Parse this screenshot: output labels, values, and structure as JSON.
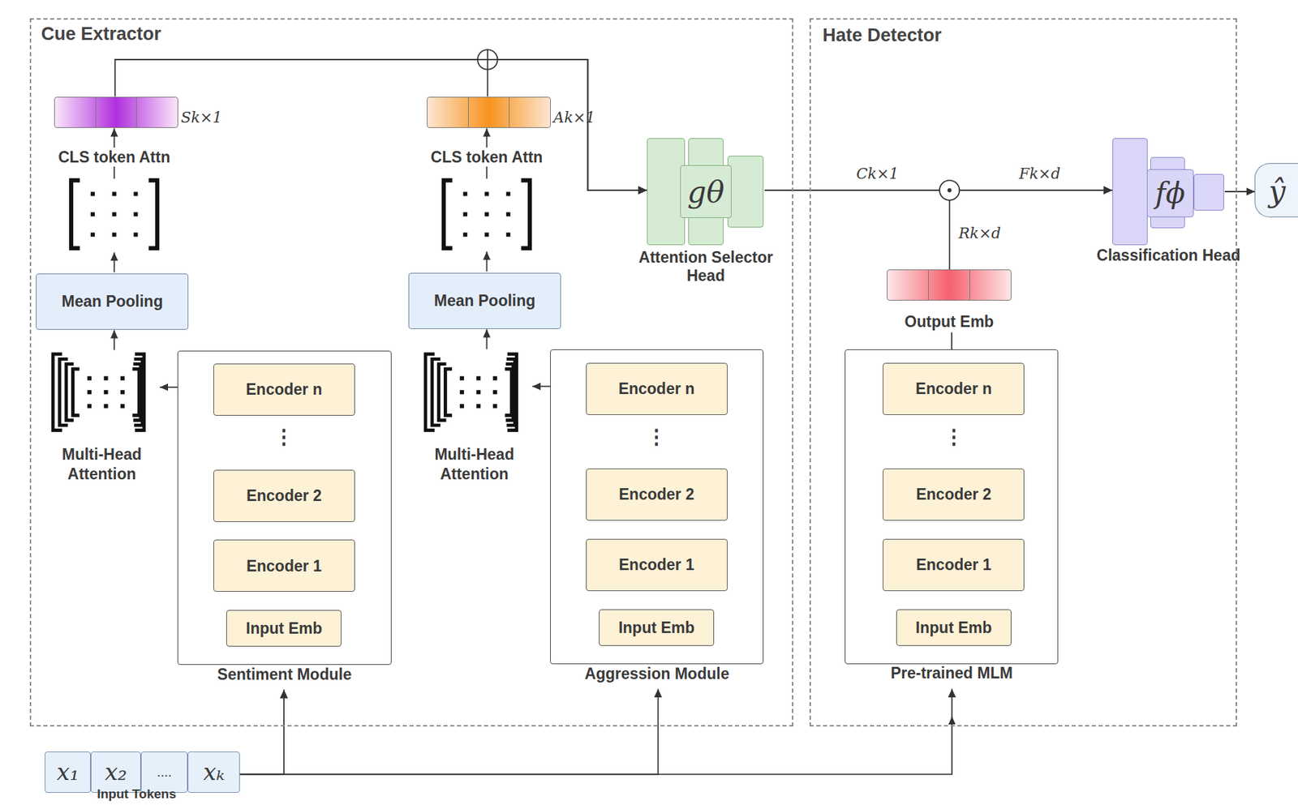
{
  "diagram": {
    "nodes": [
      {
        "text": [
          "Cue Extractor"
        ]
      },
      {
        "text": [
          "Hate Detector"
        ]
      },
      {
        "text": [
          "Sentiment Module"
        ],
        "in": 0
      },
      {
        "text": [
          "Encoder n"
        ],
        "in": 2
      },
      {
        "text": [
          "Encoder 2"
        ],
        "in": 2
      },
      {
        "text": [
          "Encoder 1"
        ],
        "in": 2
      },
      {
        "text": [
          "Input Emb"
        ],
        "in": 2
      },
      {
        "text": [
          "Aggression Module"
        ],
        "in": 0
      },
      {
        "text": [
          "Encoder n"
        ],
        "in": 7
      },
      {
        "text": [
          "Encoder 2"
        ],
        "in": 7
      },
      {
        "text": [
          "Encoder 1"
        ],
        "in": 7
      },
      {
        "text": [
          "Input Emb"
        ],
        "in": 7
      },
      {
        "text": [
          "Mean Pooling"
        ],
        "in": 0
      },
      {
        "text": [
          "Mean Pooling"
        ],
        "in": 0
      },
      {
        "text": [
          "gθ",
          "Attention Selector Head"
        ],
        "in": 0
      },
      {
        "text": [
          "Pre-trained MLM"
        ],
        "in": 1
      },
      {
        "text": [
          "Encoder n"
        ],
        "in": 15
      },
      {
        "text": [
          "Encoder 2"
        ],
        "in": 15
      },
      {
        "text": [
          "Encoder 1"
        ],
        "in": 15
      },
      {
        "text": [
          "Input Emb"
        ],
        "in": 15
      },
      {
        "text": [
          "Output Emb"
        ],
        "in": 1
      },
      {
        "text": [
          "fϕ",
          "Classification Head"
        ],
        "in": 1
      },
      {
        "text": [
          "ŷ"
        ]
      },
      {
        "text": [
          "x₁",
          "x₂",
          "....",
          "xₖ",
          "Input Tokens"
        ]
      },
      {
        "text": [
          "Sk×1"
        ],
        "in": 0
      },
      {
        "text": [
          "Ak×1"
        ],
        "in": 0
      }
    ],
    "edges": [
      {
        "from": 6,
        "to": 5,
        "arrow": "to"
      },
      {
        "from": 5,
        "to": 4,
        "arrow": "to"
      },
      {
        "from": 11,
        "to": 10,
        "arrow": "to"
      },
      {
        "from": 10,
        "to": 9,
        "arrow": "to"
      },
      {
        "from": 19,
        "to": 18,
        "arrow": "to"
      },
      {
        "from": 18,
        "to": 17,
        "arrow": "to"
      },
      {
        "from": 23,
        "to": 2,
        "arrow": "to"
      },
      {
        "from": 23,
        "to": 7,
        "arrow": "to"
      },
      {
        "from": 23,
        "to": 15,
        "arrow": "to"
      },
      {
        "from": 15,
        "to": 20,
        "arrow": "none"
      },
      {
        "from": 24,
        "to": 14,
        "arrow": "to"
      },
      {
        "from": 25,
        "to": 14,
        "arrow": "to"
      },
      {
        "from": 14,
        "to": 21,
        "arrow": "to"
      },
      {
        "from": 20,
        "to": 21,
        "label": "Rk×d",
        "arrow": "to"
      },
      {
        "from": 21,
        "to": 22,
        "arrow": "to"
      }
    ],
    "labels": [
      "CLS token Attn",
      "CLS token Attn",
      "Multi-Head Attention",
      "Multi-Head Attention",
      "⋮",
      "⋮",
      "⋮",
      "Ck×1",
      "Fk×d"
    ]
  }
}
